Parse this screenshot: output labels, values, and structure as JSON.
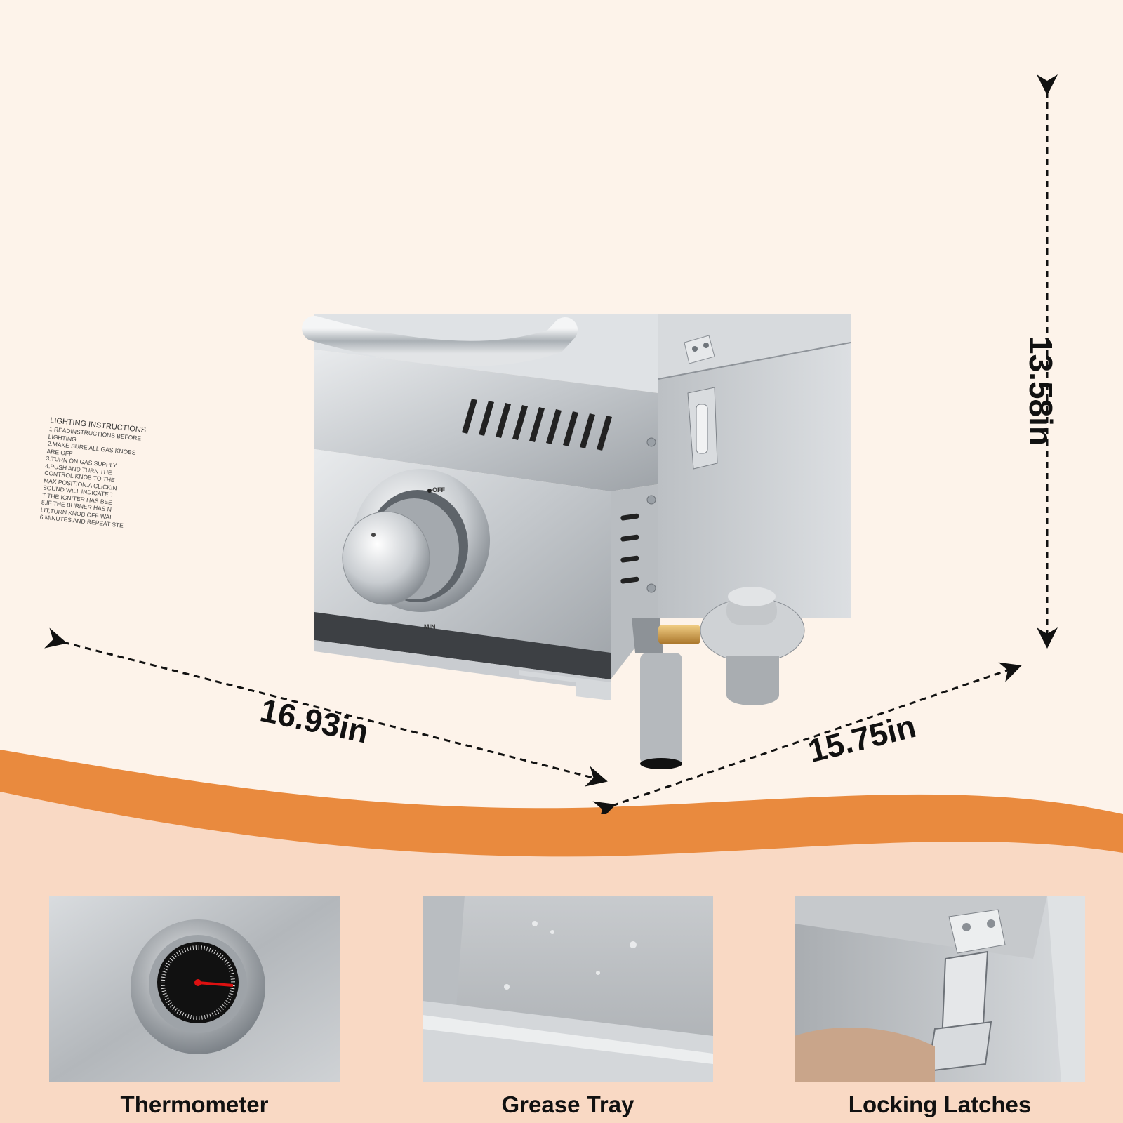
{
  "dimensions": {
    "width": "16.93in",
    "depth": "15.75in",
    "height": "13.58in"
  },
  "lighting_instructions": [
    "LIGHTING INSTRUCTIONS",
    "1.READINSTRUCTIONS BEFORE",
    "LIGHTING.",
    "2.MAKE SURE ALL GAS KNOBS",
    "ARE OFF",
    "3.TURN ON GAS SUPPLY",
    "4.PUSH AND TURN THE",
    "CONTROL KNOB TO THE",
    "MAX POSITION.A CLICKIN",
    "SOUND WILL INDICATE T",
    "T THE IGNITER HAS BEE",
    "5.IF THE BURNER HAS N",
    "LIT,TURN KNOB OFF WAI",
    "6 MINUTES AND REPEAT STE"
  ],
  "knob": {
    "off_label": "OFF",
    "min_label": "MIN"
  },
  "features": [
    {
      "label": "Thermometer"
    },
    {
      "label": "Grease Tray"
    },
    {
      "label": "Locking Latches"
    }
  ],
  "colors": {
    "background": "#fdf3ea",
    "wave": "#e98a3e",
    "lower_band": "#f9d9c4",
    "steel": "#c9cccf"
  }
}
